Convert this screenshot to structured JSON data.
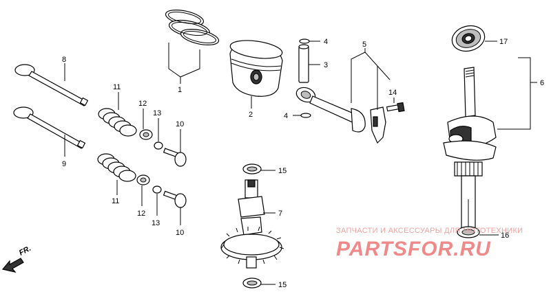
{
  "callouts": {
    "p1": "1",
    "p2": "2",
    "p3": "3",
    "p4a": "4",
    "p4b": "4",
    "p5": "5",
    "p6": "6",
    "p7": "7",
    "p8": "8",
    "p9": "9",
    "p10a": "10",
    "p10b": "10",
    "p11a": "11",
    "p11b": "11",
    "p12a": "12",
    "p12b": "12",
    "p13a": "13",
    "p13b": "13",
    "p14": "14",
    "p15a": "15",
    "p15b": "15",
    "p16": "16",
    "p17": "17"
  },
  "direction_label": "FR.",
  "watermark": {
    "tagline": "ЗАПЧАСТИ И АКСЕССУАРЫ ДЛЯ МОТОТЕХНИКИ",
    "logo": "PARTSFOR.RU",
    "color": "#f08a8a"
  }
}
